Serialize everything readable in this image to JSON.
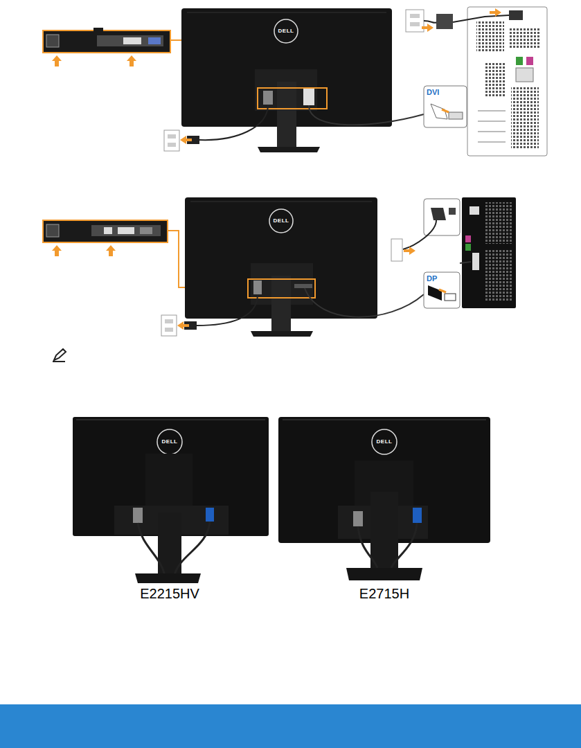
{
  "diagram": {
    "labels": [
      "DELL",
      "DVI",
      "DELL",
      "DP",
      "DELL",
      "DELL",
      "E2215HV",
      "E2715H"
    ]
  }
}
